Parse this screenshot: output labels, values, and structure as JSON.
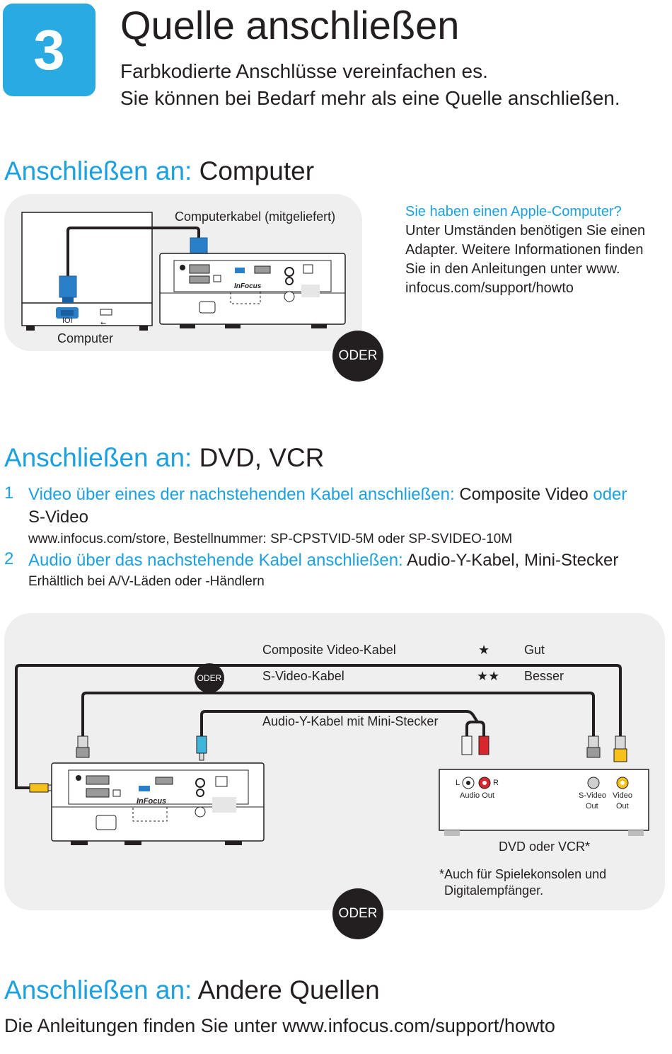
{
  "header": {
    "step": "3",
    "title": "Quelle anschließen",
    "subtitle_1": "Farbkodierte Anschlüsse vereinfachen es.",
    "subtitle_2": "Sie können bei Bedarf mehr als eine Quelle anschließen."
  },
  "computer_section": {
    "heading_prefix": "Anschließen an:",
    "heading_target": "Computer",
    "cable_label": "Computerkabel (mitgeliefert)",
    "computer_label": "Computer",
    "apple_title": "Sie haben einen Apple-Computer?",
    "apple_text": "Unter Umständen benötigen Sie einen Adapter. Weitere Informationen finden Sie in den Anleitungen unter www. infocus.com/support/howto",
    "or_label": "ODER",
    "projector_brand": "InFocus",
    "computer_port_text": "IOI"
  },
  "dvd_section": {
    "heading_prefix": "Anschließen an:",
    "heading_target": "DVD, VCR",
    "item1_num": "1",
    "item1_blue": "Video über eines der nachstehenden Kabel anschließen:",
    "item1_black_a": "Composite Video",
    "item1_blue_or": "oder",
    "item1_black_b": "S-Video",
    "item1_note": "www.infocus.com/store, Bestellnummer: SP-CPSTVID-5M oder SP-SVIDEO-10M",
    "item2_num": "2",
    "item2_blue": "Audio über das nachstehende Kabel anschließen:",
    "item2_black": "Audio-Y-Kabel, Mini-Stecker",
    "item2_note": "Erhältlich bei A/V-Läden oder -Händlern",
    "composite_label": "Composite Video-Kabel",
    "composite_stars": "★",
    "composite_rating": "Gut",
    "svideo_label": "S-Video-Kabel",
    "svideo_stars": "★★",
    "svideo_rating": "Besser",
    "audio_label": "Audio-Y-Kabel mit Mini-Stecker",
    "inner_or": "ODER",
    "dvd_L": "L",
    "dvd_R": "R",
    "audio_out": "Audio Out",
    "svideo_out_1": "S-Video",
    "svideo_out_2": "Out",
    "video_out_1": "Video",
    "video_out_2": "Out",
    "device_label": "DVD oder VCR*",
    "footnote_1": "*Auch für Spielekonsolen und",
    "footnote_2": "Digitalempfänger.",
    "or_label": "ODER",
    "projector_brand": "InFocus"
  },
  "other_section": {
    "heading_prefix": "Anschließen an:",
    "heading_target": "Andere Quellen",
    "text": "Die Anleitungen finden Sie unter www.infocus.com/support/howto"
  },
  "colors": {
    "accent_blue": "#1ba1e2",
    "step_box": "#29abe2",
    "panel_gray": "#efefef",
    "vga_blue": "#2a7fc9",
    "rca_yellow": "#f6c21a",
    "rca_red": "#d7262e",
    "jack_cyan": "#3fb6d9"
  }
}
